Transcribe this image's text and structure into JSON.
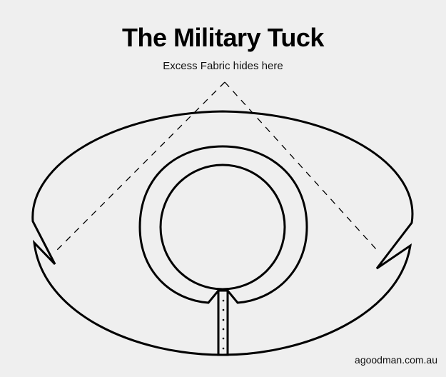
{
  "title": "The Military Tuck",
  "annotation": "Excess Fabric hides here",
  "credit": "agoodman.com.au"
}
